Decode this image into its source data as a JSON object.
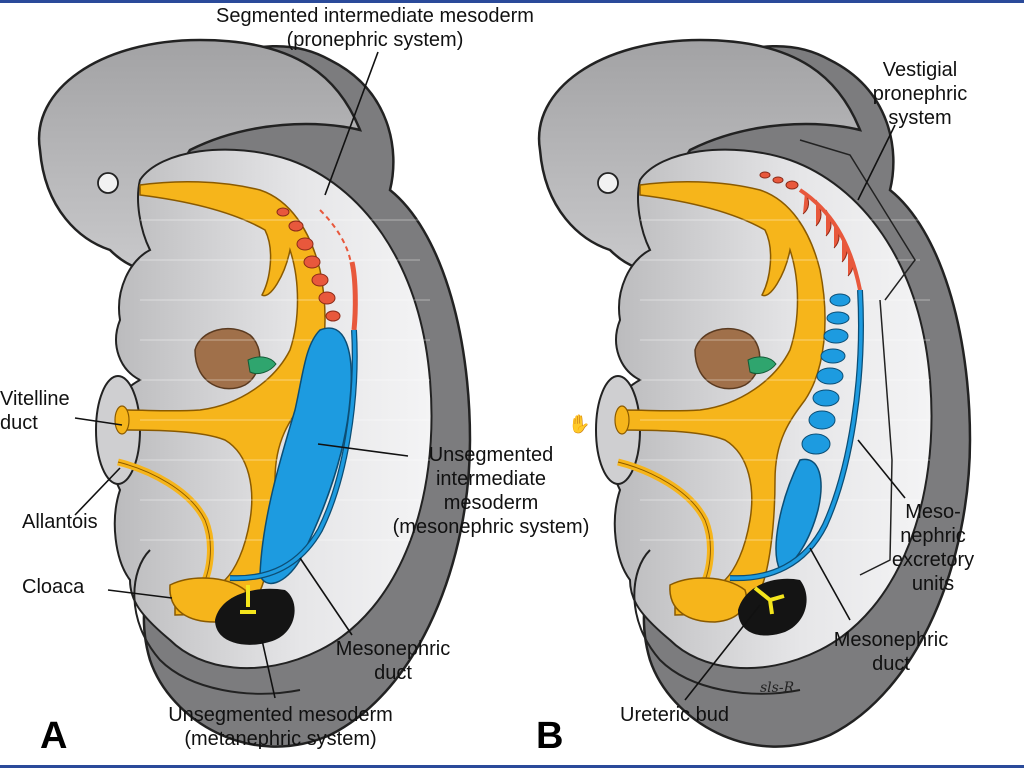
{
  "panels": {
    "a": {
      "letter": "A",
      "labels": {
        "segmented": "Segmented intermediate mesoderm\n(pronephric system)",
        "vitelline": "Vitelline\nduct",
        "allantois": "Allantois",
        "cloaca": "Cloaca",
        "unsegmented_intermediate": "Unsegmented\nintermediate\nmesoderm\n(mesonephric system)",
        "mesonephric_duct": "Mesonephric\nduct",
        "unsegmented_mesoderm": "Unsegmented mesoderm\n(metanephric system)"
      }
    },
    "b": {
      "letter": "B",
      "labels": {
        "vestigial": "Vestigial\npronephric\nsystem",
        "excretory": "Meso-\nnephric\nexcretory\nunits",
        "mesonephric_duct": "Mesonephric\nduct",
        "ureteric_bud": "Ureteric bud"
      },
      "signature": "sls-R"
    }
  },
  "colors": {
    "gut": "#f6b51b",
    "pronephros": "#e8583c",
    "mesonephros": "#1d9be0",
    "metanephric": "#141414",
    "ureteric": "#f4e51c",
    "liver": "#a0704a",
    "pancreas": "#2fa56e",
    "embryo_outer": "#8a8a8c",
    "embryo_inner": "#cfcfd1",
    "frame_bar": "#2a4a9a"
  },
  "cursor_icon": "hand-cursor-icon"
}
